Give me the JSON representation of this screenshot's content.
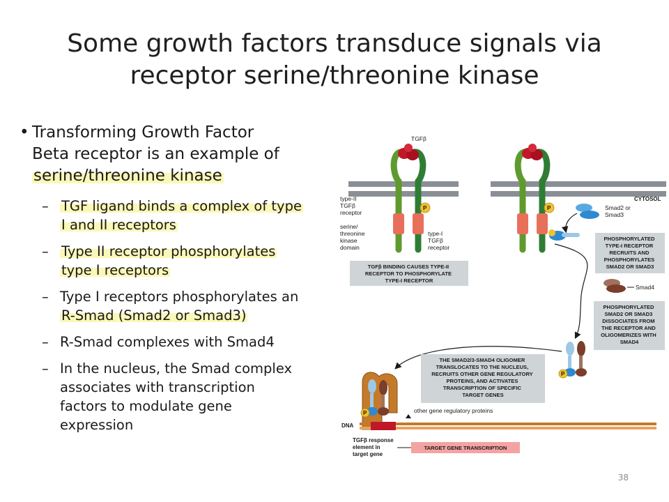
{
  "slide": {
    "title_lines": [
      "Some growth factors transduce signals via",
      "receptor serine/threonine kinase"
    ],
    "main_bullet_lines": [
      "Transforming Growth Factor",
      "Beta receptor is an example of",
      "serine/threonine kinase"
    ],
    "sub_bullets": [
      [
        "TGF ligand binds a complex of type",
        "I and II receptors"
      ],
      [
        "Type II receptor phosphorylates",
        "type I receptors"
      ],
      [
        "Type I receptors phosphorylates an",
        "R-Smad (Smad2 or Smad3)"
      ],
      [
        "R-Smad complexes with Smad4"
      ],
      [
        "In the nucleus, the Smad complex",
        "associates with transcription",
        "factors to modulate gene",
        "expression"
      ]
    ],
    "page_number": "38"
  },
  "diagram": {
    "labels": {
      "tgfb": "TGFβ",
      "cytosol": "CYTOSOL",
      "type2_receptor": [
        "type-II",
        "TGFβ",
        "receptor"
      ],
      "kinase_domain": [
        "serine/",
        "threonine",
        "kinase",
        "domain"
      ],
      "type1_receptor": [
        "type-I",
        "TGFβ",
        "receptor"
      ],
      "smad23": [
        "Smad2 or",
        "Smad3"
      ],
      "smad4": "Smad4",
      "phospho": "P",
      "other_proteins": "other gene regulatory proteins",
      "dna": "DNA",
      "response_element": [
        "TGFβ response",
        "element in",
        "target gene"
      ]
    },
    "boxes": {
      "binding": [
        "TGFβ BINDING CAUSES TYPE-II",
        "RECEPTOR TO PHOSPHORYLATE",
        "TYPE-I RECEPTOR"
      ],
      "phosphorylated_receptor": [
        "PHOSPHORYLATED",
        "TYPE-I RECEPTOR",
        "RECRUITS AND",
        "PHOSPHORYLATES",
        "SMAD2 OR SMAD3"
      ],
      "dissociates": [
        "PHOSPHORYLATED",
        "SMAD2 OR SMAD3",
        "DISSOCIATES FROM",
        "THE RECEPTOR AND",
        "OLIGOMERIZES WITH",
        "SMAD4"
      ],
      "oligomer": [
        "THE SMAD2/3-SMAD4 OLIGOMER",
        "TRANSLOCATES TO THE NUCLEUS,",
        "RECRUITS OTHER GENE REGULATORY",
        "PROTEINS, AND ACTIVATES",
        "TRANSCRIPTION OF SPECIFIC",
        "TARGET GENES"
      ],
      "target_transcription": "TARGET GENE TRANSCRIPTION"
    },
    "colors": {
      "membrane": "#8a8f96",
      "receptor_green": "#5f9a2e",
      "receptor_dark_green": "#2f7d35",
      "kinase_salmon": "#e8705a",
      "ligand_red": "#c0182a",
      "phospho_yellow": "#f2c12e",
      "smad23_blue": "#2d8ad1",
      "smad4_brown": "#7a3e2a",
      "caption_gray": "#cfd4d6",
      "transcription_pink": "#f4a3a3",
      "highlight_yellow": "#fbf7b8"
    }
  }
}
